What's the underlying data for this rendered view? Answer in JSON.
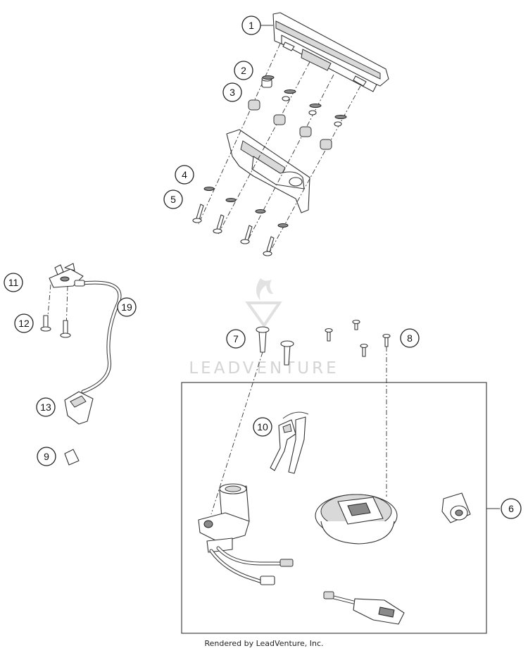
{
  "callouts": {
    "c1": "1",
    "c2": "2",
    "c3": "3",
    "c4": "4",
    "c5": "5",
    "c6": "6",
    "c7": "7",
    "c8": "8",
    "c9": "9",
    "c10": "10",
    "c11": "11",
    "c12": "12",
    "c13": "13",
    "c19": "19"
  },
  "watermark": {
    "text": "LEADVENTURE"
  },
  "footer": {
    "text": "Rendered by LeadVenture, Inc."
  }
}
